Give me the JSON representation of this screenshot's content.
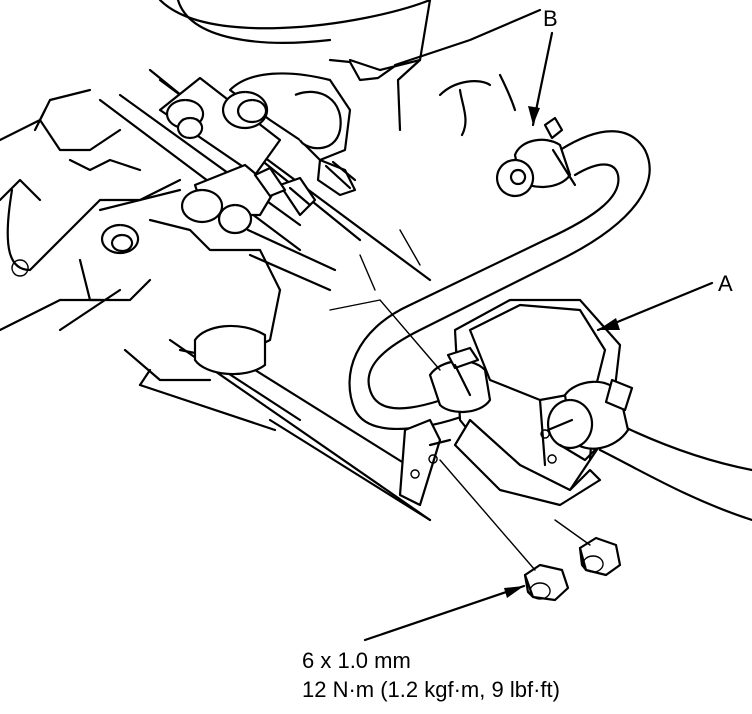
{
  "callouts": {
    "a": "A",
    "b": "B"
  },
  "fastener": {
    "size": "6 x 1.0 mm",
    "torque": "12 N·m (1.2 kgf·m, 9 lbf·ft)"
  },
  "colors": {
    "ink": "#000000",
    "paper": "#ffffff"
  }
}
